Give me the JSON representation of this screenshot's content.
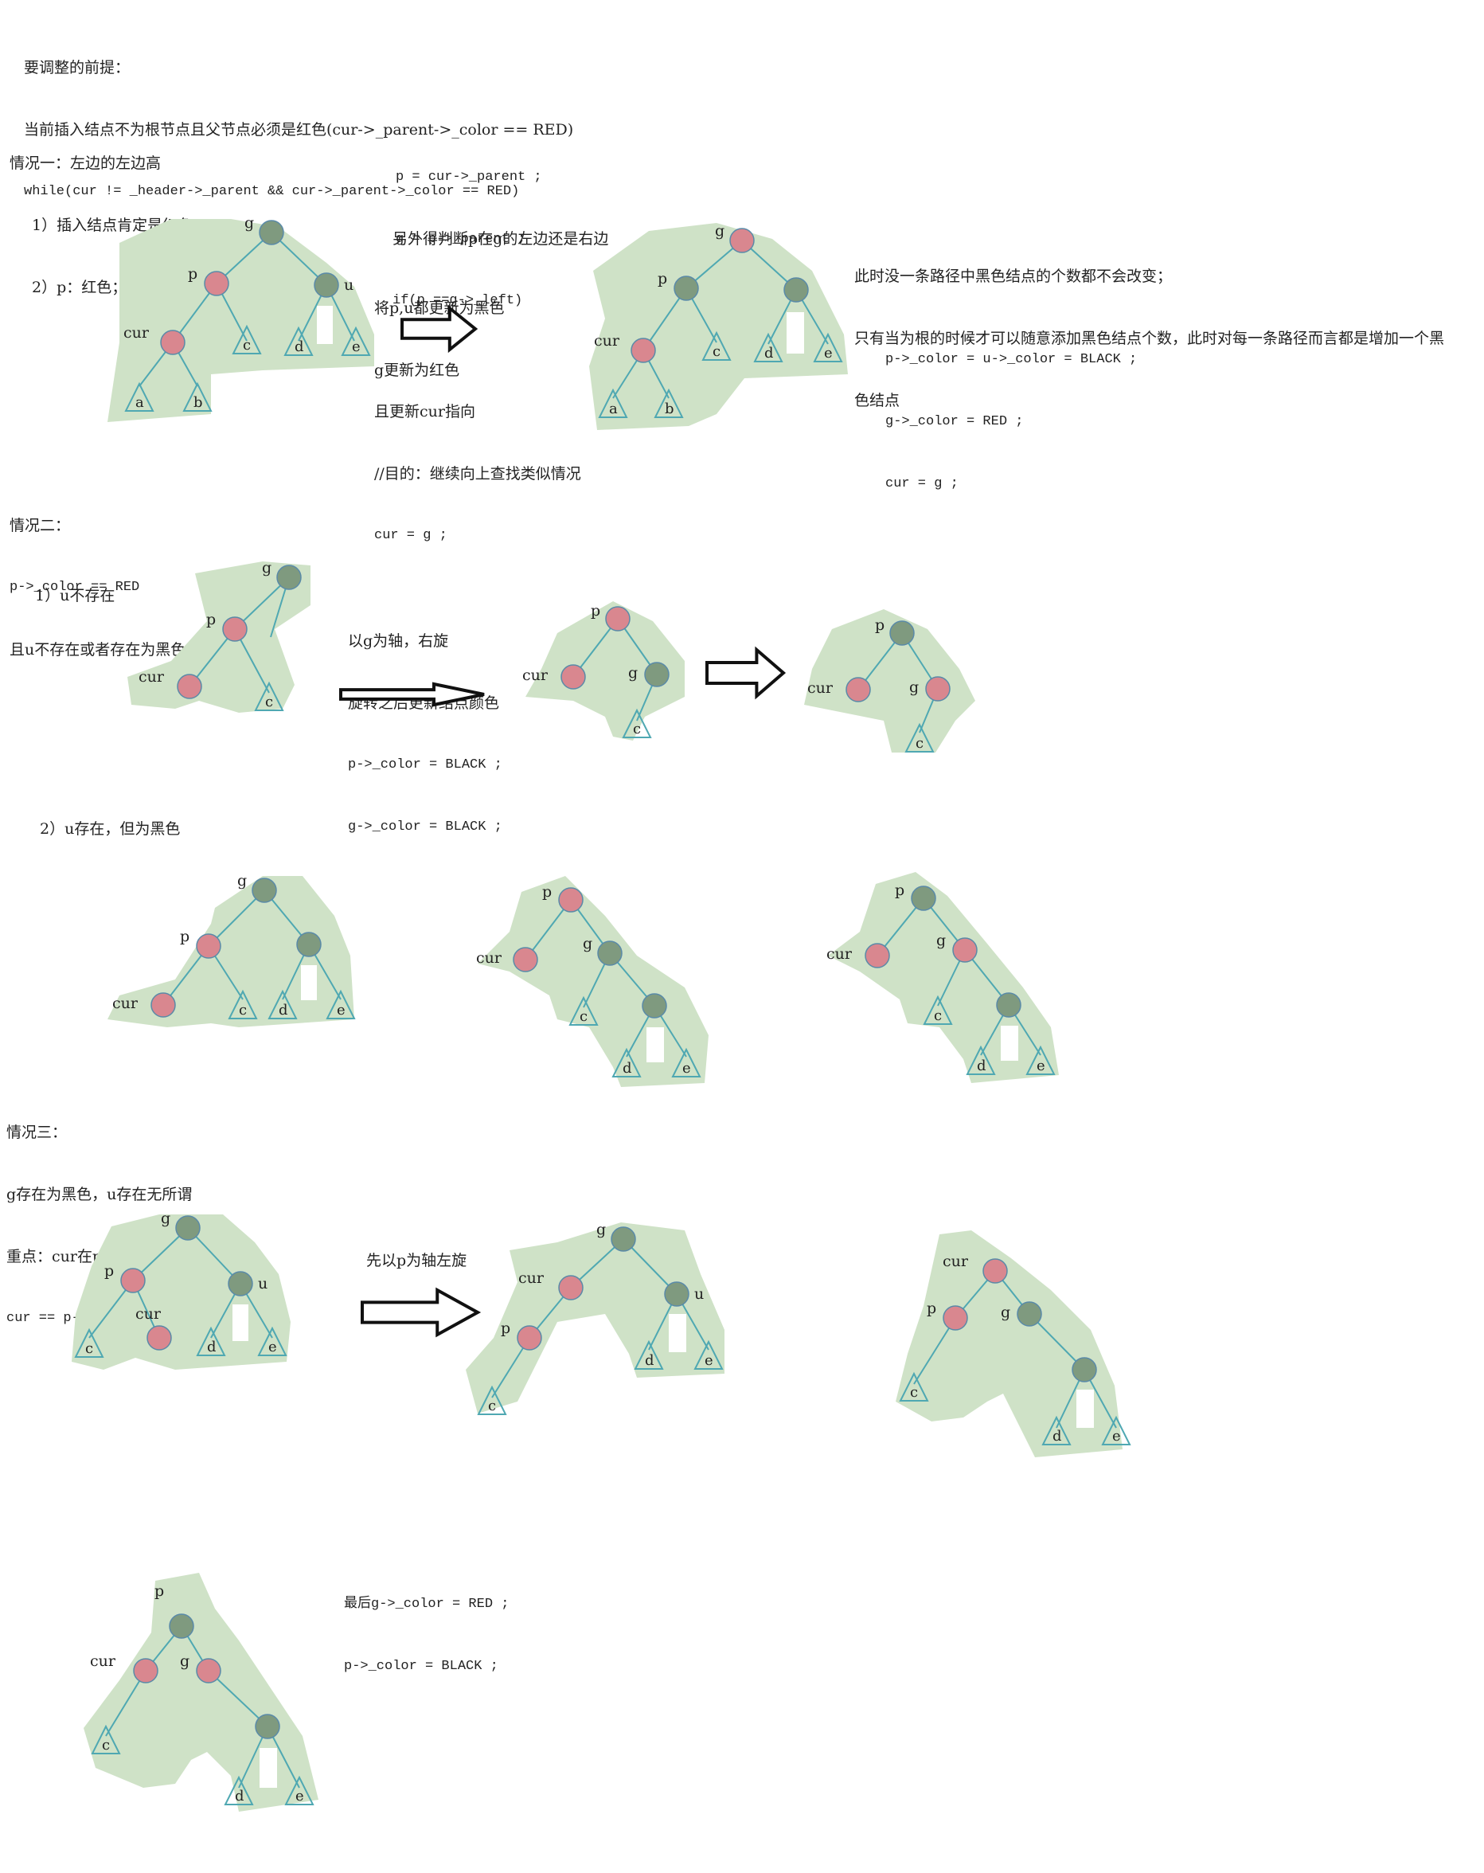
{
  "colors": {
    "background_blob": "#cfe2c7",
    "edge": "#4fa8b2",
    "red_node": "#d9878f",
    "black_node": "#7f9a7f",
    "node_stroke": "#5a8aa8",
    "text": "#222222"
  },
  "intro": {
    "heading": "要调整的前提：",
    "line1": "当前插入结点不为根节点且父节点必须是红色(cur->_parent->_color == RED)",
    "line2": "while(cur != _header->_parent && cur->_parent->_color == RED)"
  },
  "case1": {
    "title": "情况一：左边的左边高",
    "item1": "1）插入结点肯定是红色；",
    "item2": "2）p：红色；u：红色；",
    "code1": "p = cur->_parent ;",
    "code2": "g = p->_parent ;",
    "note1": "另外得判断p在g的左边还是右边",
    "note2": "if(p ==g->_left)",
    "note3": "将p,u都更新为黑色",
    "note4": "g更新为红色",
    "note5": "且更新cur指向",
    "note6": "//目的：继续向上查找类似情况",
    "note7": "cur = g ;",
    "explain1": "此时没一条路径中黑色结点的个数都不会改变；",
    "explain2": "只有当为根的时候才可以随意添加黑色结点个数，此时对每一条路径而言都是增加一个黑",
    "explain3": "色结点",
    "code3": "p->_color = u->_color = BLACK ;",
    "code4": "g->_color = RED ;",
    "code5": "cur = g ;"
  },
  "case2": {
    "title": "情况二：",
    "cond1": "p->_color == RED",
    "cond2": "且u不存在或者存在为黑色",
    "sub1": "1）u不存在",
    "rot1": "以g为轴，右旋",
    "rot2": "旋转之后更新结点颜色",
    "rot3": "p->_color = BLACK ;",
    "rot4": "g->_color = BLACK ;",
    "sub2": "2）u存在，但为黑色"
  },
  "case3": {
    "title": "情况三：",
    "cond1": "g存在为黑色，u存在无所谓",
    "cond2": "重点：cur在p红色的右边",
    "cond3": "cur == p->_right",
    "rot": "先以p为轴左旋",
    "final1": "最后g->_color = RED ;",
    "final2": "p->_color = BLACK ;"
  },
  "labels": {
    "g": "g",
    "p": "p",
    "u": "u",
    "cur": "cur",
    "a": "a",
    "b": "b",
    "c": "c",
    "d": "d",
    "e": "e"
  }
}
